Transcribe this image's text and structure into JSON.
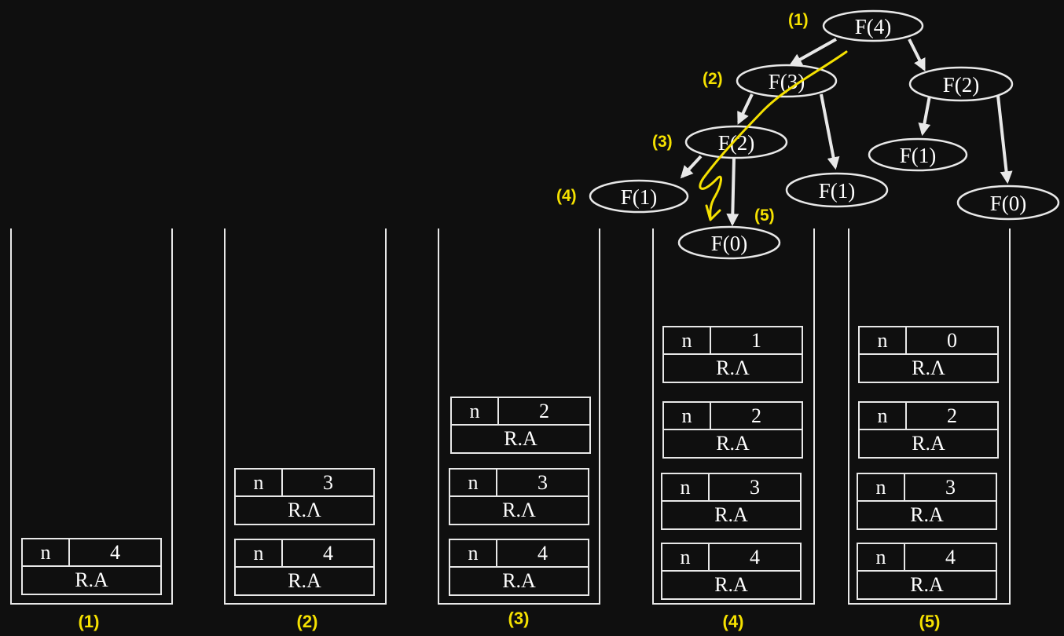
{
  "colors": {
    "background": "#0f0f0f",
    "line": "#e8e8e8",
    "accent": "#f5e100"
  },
  "tree": {
    "nodes": [
      {
        "id": "f4",
        "label": "F(4)",
        "order": "(1)"
      },
      {
        "id": "f3",
        "label": "F(3)",
        "order": "(2)"
      },
      {
        "id": "f2a",
        "label": "F(2)",
        "order": ""
      },
      {
        "id": "f2b",
        "label": "F(2)",
        "order": "(3)"
      },
      {
        "id": "f1a",
        "label": "F(1)",
        "order": ""
      },
      {
        "id": "f1b",
        "label": "F(1)",
        "order": ""
      },
      {
        "id": "f1c",
        "label": "F(1)",
        "order": "(4)"
      },
      {
        "id": "f0a",
        "label": "F(0)",
        "order": "(5)"
      },
      {
        "id": "f0b",
        "label": "F(0)",
        "order": ""
      }
    ],
    "edges": [
      [
        "f4",
        "f3"
      ],
      [
        "f4",
        "f2a"
      ],
      [
        "f3",
        "f2b"
      ],
      [
        "f3",
        "f1a"
      ],
      [
        "f2a",
        "f1b"
      ],
      [
        "f2a",
        "f0b"
      ],
      [
        "f2b",
        "f1c"
      ],
      [
        "f2b",
        "f0a"
      ]
    ]
  },
  "stacks": [
    {
      "label": "(1)",
      "frames": [
        {
          "name": "n",
          "value": "4",
          "ra": "R.A"
        }
      ]
    },
    {
      "label": "(2)",
      "frames": [
        {
          "name": "n",
          "value": "3",
          "ra": "R.Λ"
        },
        {
          "name": "n",
          "value": "4",
          "ra": "R.A"
        }
      ]
    },
    {
      "label": "(3)",
      "frames": [
        {
          "name": "n",
          "value": "2",
          "ra": "R.A"
        },
        {
          "name": "n",
          "value": "3",
          "ra": "R.Λ"
        },
        {
          "name": "n",
          "value": "4",
          "ra": "R.A"
        }
      ]
    },
    {
      "label": "(4)",
      "frames": [
        {
          "name": "n",
          "value": "1",
          "ra": "R.Λ"
        },
        {
          "name": "n",
          "value": "2",
          "ra": "R.A"
        },
        {
          "name": "n",
          "value": "3",
          "ra": "R.A"
        },
        {
          "name": "n",
          "value": "4",
          "ra": "R.A"
        }
      ]
    },
    {
      "label": "(5)",
      "frames": [
        {
          "name": "n",
          "value": "0",
          "ra": "R.Λ"
        },
        {
          "name": "n",
          "value": "2",
          "ra": "R.A"
        },
        {
          "name": "n",
          "value": "3",
          "ra": "R.A"
        },
        {
          "name": "n",
          "value": "4",
          "ra": "R.A"
        }
      ]
    }
  ]
}
